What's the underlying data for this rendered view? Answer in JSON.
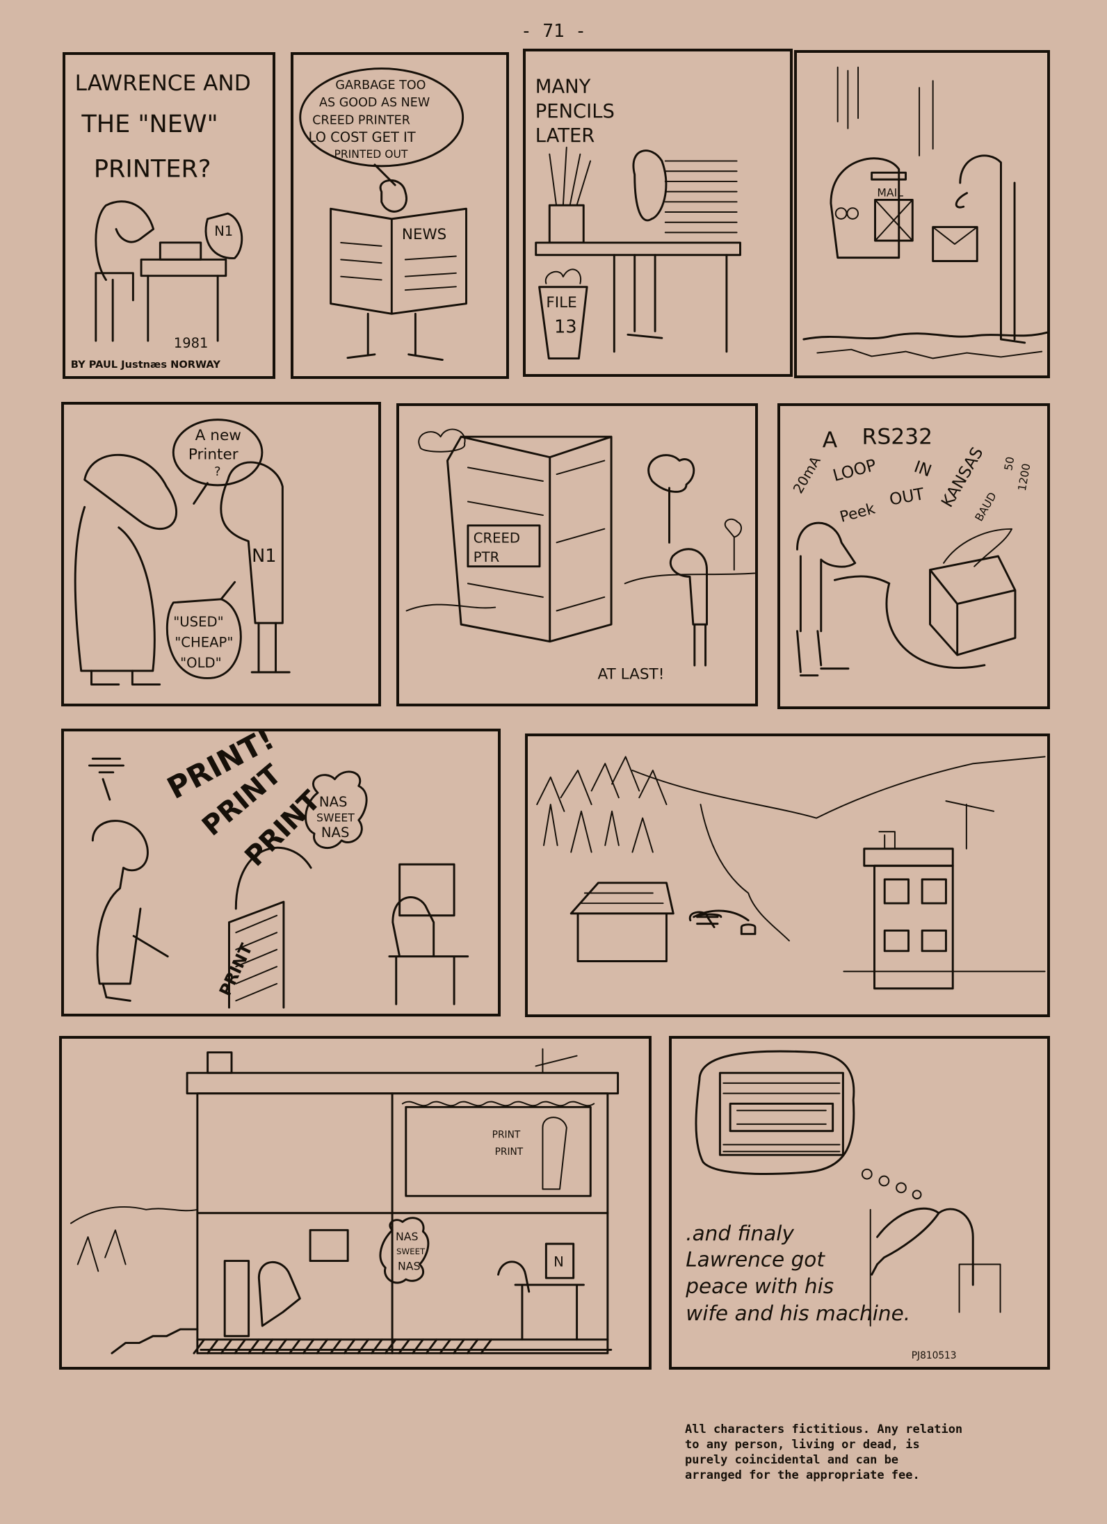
{
  "page_number": "- 71 -",
  "panels": {
    "p1": {
      "title_lines": [
        "LAWRENCE AND",
        "THE \"NEW\"",
        "PRINTER?"
      ],
      "sign": "N1",
      "year": "1981",
      "credit": "BY PAUL Justnæs NORWAY"
    },
    "p2": {
      "bubble_lines": [
        "GARBAGE TOO",
        "AS GOOD AS NEW",
        "CREED PRINTER",
        "LO COST GET IT",
        "PRINTED OUT"
      ],
      "newspaper": "NEWS"
    },
    "p3": {
      "caption_lines": [
        "MANY",
        "PENCILS",
        "LATER"
      ],
      "bin_lines": [
        "FILE",
        "13"
      ]
    },
    "p4": {
      "mailbox": "MAIL"
    },
    "p5": {
      "bubble_top_lines": [
        "A new",
        "Printer",
        "?"
      ],
      "shirt": "N1",
      "bubble_bottom_lines": [
        "\"USED\"",
        "\"CHEAP\"",
        "\"OLD\""
      ]
    },
    "p6": {
      "crate_lines": [
        "CREED",
        "PTR"
      ],
      "caption": "AT LAST!"
    },
    "p7": {
      "words": [
        "RS232",
        "A",
        "20mA",
        "LOOP",
        "IN",
        "OUT",
        "Peek",
        "KANSAS",
        "BAUD",
        "50",
        "1200"
      ]
    },
    "p8": {
      "words": [
        "PRINT!",
        "PRINT",
        "PRINT",
        "PRINT"
      ],
      "sign_lines": [
        "NAS",
        "SWEET",
        "NAS"
      ]
    },
    "p10": {
      "sign_lines": [
        "NAS",
        "SWEET",
        "NAS"
      ],
      "print_lines": [
        "PRINT",
        "PRINT"
      ],
      "sign": "N"
    },
    "p11": {
      "caption_lines": [
        ".and finaly",
        "Lawrence got",
        "peace with his",
        "wife and his machine."
      ],
      "signature": "PJ810513"
    }
  },
  "disclaimer_lines": [
    "All characters fictitious. Any relation",
    "to any person, living or dead, is",
    "purely coincidental and can be",
    "arranged for the appropriate fee."
  ]
}
